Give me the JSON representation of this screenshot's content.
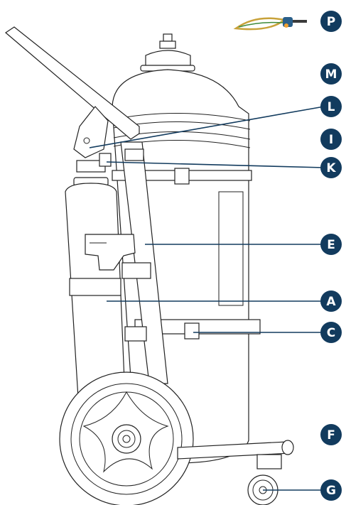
{
  "badge_color": "#123b5e",
  "leader_color": "#123b5e",
  "labels": {
    "p": "P",
    "m": "M",
    "l": "L",
    "i": "I",
    "k": "K",
    "e": "E",
    "a": "A",
    "c": "C",
    "f": "F",
    "g": "G"
  }
}
